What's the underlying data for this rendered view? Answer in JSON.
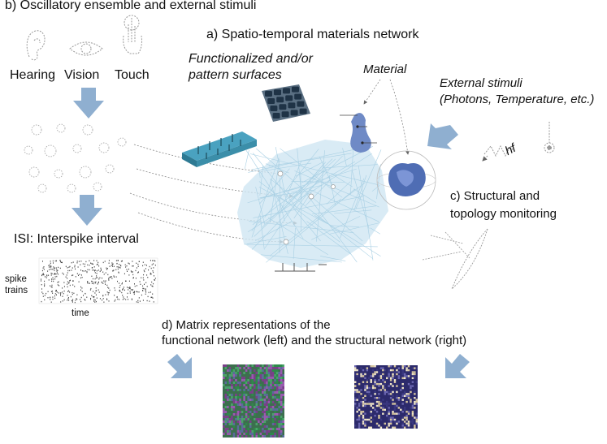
{
  "panel_b": {
    "title": "b) Oscillatory ensemble and external stimuli",
    "senses": [
      "Hearing",
      "Vision",
      "Touch"
    ],
    "isi_label": "ISI: Interspike interval",
    "spike_label_line1": "spike",
    "spike_label_line2": "trains",
    "time_label": "time"
  },
  "panel_a": {
    "title": "a) Spatio-temporal materials network",
    "surfaces_line1": "Functionalized and/or",
    "surfaces_line2": "pattern surfaces",
    "material_label": "Material",
    "stimuli_line1": "External stimuli",
    "stimuli_line2": "(Photons, Temperature, etc.)",
    "hf_label": "hf"
  },
  "panel_c": {
    "title_line1": "c) Structural and",
    "title_line2": "topology monitoring"
  },
  "panel_d": {
    "title_line1": "d) Matrix representations of the",
    "title_line2": "functional network (left) and the structural network (right)"
  },
  "colors": {
    "arrow": "#8fafd0",
    "network": "#cfe6f2",
    "slab_top": "#4aa2c0",
    "slab_side": "#2e7a93",
    "pad": "#1f3346",
    "blob": "#6f8ac6",
    "matrix_left_a": "#3c6f4e",
    "matrix_left_b": "#7b3f8a",
    "matrix_right": "#2c2a6b"
  }
}
